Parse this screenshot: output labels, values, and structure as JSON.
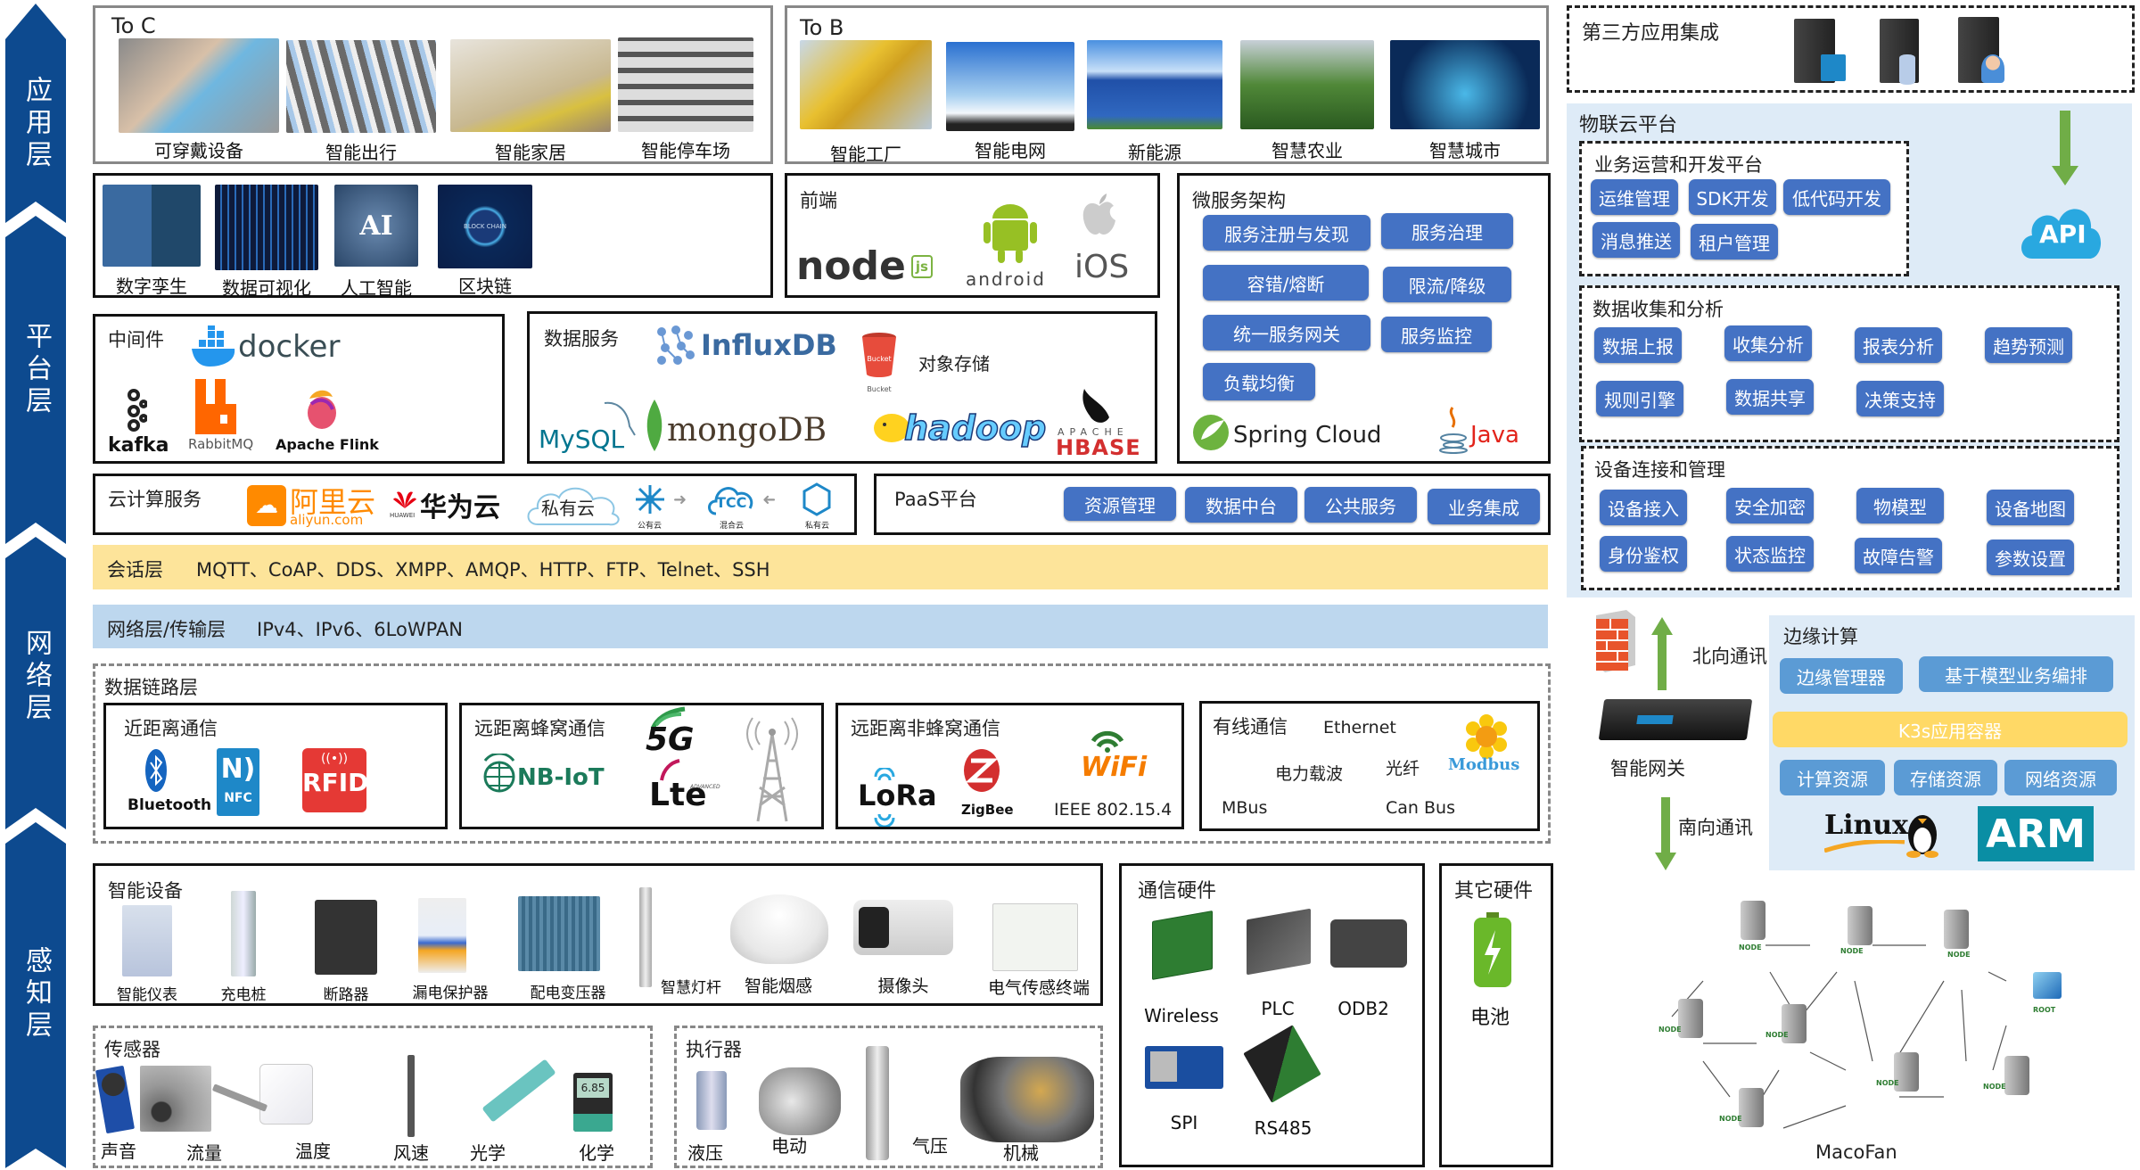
{
  "layers": [
    {
      "label": "应用层"
    },
    {
      "label": "平台层"
    },
    {
      "label": "网络层"
    },
    {
      "label": "感知层"
    }
  ],
  "application": {
    "to_c": {
      "title": "To C",
      "items": [
        {
          "label": "可穿戴设备"
        },
        {
          "label": "智能出行"
        },
        {
          "label": "智能家居"
        },
        {
          "label": "智能停车场"
        }
      ]
    },
    "to_b": {
      "title": "To B",
      "items": [
        {
          "label": "智能工厂"
        },
        {
          "label": "智能电网"
        },
        {
          "label": "新能源"
        },
        {
          "label": "智慧农业"
        },
        {
          "label": "智慧城市"
        }
      ]
    }
  },
  "platform": {
    "tech": {
      "items": [
        {
          "label": "数字孪生"
        },
        {
          "label": "数据可视化"
        },
        {
          "label": "人工智能",
          "badge": "AI"
        },
        {
          "label": "区块链",
          "badge": "BLOCK CHAIN"
        }
      ]
    },
    "frontend": {
      "title": "前端",
      "logos": [
        "node",
        "js",
        "android",
        "iOS"
      ]
    },
    "microservice": {
      "title": "微服务架构",
      "buttons": [
        "服务注册与发现",
        "服务治理",
        "容错/熔断",
        "限流/降级",
        "统一服务网关",
        "服务监控",
        "负载均衡"
      ],
      "logos": [
        "Spring Cloud",
        "Java"
      ]
    },
    "middleware": {
      "title": "中间件",
      "logos": [
        "docker",
        "kafka",
        "RabbitMQ",
        "Apache Flink"
      ]
    },
    "data_service": {
      "title": "数据服务",
      "logos": [
        "InfluxDB",
        "MySQL",
        "mongoDB",
        "hadoop",
        "HBASE"
      ],
      "bucket": "Bucket",
      "bucket_caption": "Bucket",
      "object_storage": "对象存储",
      "hbase_top": "APACHE"
    },
    "cloud": {
      "title": "云计算服务",
      "aliyun_cn": "阿里云",
      "aliyun_en": "aliyun.com",
      "huawei_en": "HUAWEI",
      "huawei_cn": "华为云",
      "private_cloud": "私有云",
      "hybrid": [
        {
          "label": "公有云"
        },
        {
          "label": "混合云",
          "badge": "TCC"
        },
        {
          "label": "私有云"
        }
      ]
    },
    "paas": {
      "title": "PaaS平台",
      "buttons": [
        "资源管理",
        "数据中台",
        "公共服务",
        "业务集成"
      ]
    }
  },
  "network": {
    "session": {
      "title": "会话层",
      "protocols": "MQTT、CoAP、DDS、XMPP、AMQP、HTTP、FTP、Telnet、SSH"
    },
    "transport": {
      "title": "网络层/传输层",
      "protocols": "IPv4、IPv6、6LoWPAN"
    },
    "datalink": {
      "title": "数据链路层",
      "short_range": {
        "title": "近距离通信",
        "logos": [
          "Bluetooth",
          "NFC",
          "RFID"
        ]
      },
      "cellular": {
        "title": "远距离蜂窝通信",
        "logos": [
          "NB-IoT",
          "5G",
          "Lte",
          "ADVANCED"
        ]
      },
      "non_cellular": {
        "title": "远距离非蜂窝通信",
        "logos": [
          "LoRa",
          "ZigBee",
          "WiFi"
        ],
        "standard": "IEEE 802.15.4"
      },
      "wired": {
        "title": "有线通信",
        "items": [
          "Ethernet",
          "电力载波",
          "光纤",
          "MBus",
          "Can Bus"
        ],
        "logo": "Modbus"
      }
    }
  },
  "perception": {
    "smart_devices": {
      "title": "智能设备",
      "items": [
        "智能仪表",
        "充电桩",
        "断路器",
        "漏电保护器",
        "配电变压器",
        "智慧灯杆",
        "智能烟感",
        "摄像头",
        "电气传感终端"
      ]
    },
    "sensors": {
      "title": "传感器",
      "items": [
        "声音",
        "流量",
        "温度",
        "风速",
        "光学",
        "化学"
      ],
      "meter_reading": "6.85"
    },
    "actuators": {
      "title": "执行器",
      "items": [
        "液压",
        "电动",
        "气压",
        "机械"
      ]
    },
    "comm_hardware": {
      "title": "通信硬件",
      "items": [
        "Wireless",
        "PLC",
        "ODB2",
        "SPI",
        "RS485"
      ]
    },
    "other_hardware": {
      "title": "其它硬件",
      "items": [
        "电池"
      ]
    }
  },
  "right": {
    "third_party": {
      "title": "第三方应用集成"
    },
    "iot_cloud": {
      "title": "物联云平台",
      "api": "API",
      "ops_platform": {
        "title": "业务运营和开发平台",
        "buttons": [
          "运维管理",
          "SDK开发",
          "低代码开发",
          "消息推送",
          "租户管理"
        ]
      },
      "data_analysis": {
        "title": "数据收集和分析",
        "buttons": [
          "数据上报",
          "收集分析",
          "报表分析",
          "趋势预测",
          "规则引擎",
          "数据共享",
          "决策支持"
        ]
      },
      "device_mgmt": {
        "title": "设备连接和管理",
        "buttons": [
          "设备接入",
          "安全加密",
          "物模型",
          "设备地图",
          "身份鉴权",
          "状态监控",
          "故障告警",
          "参数设置"
        ]
      }
    },
    "gateway": {
      "north": "北向通讯",
      "south": "南向通讯",
      "label": "智能网关"
    },
    "edge": {
      "title": "边缘计算",
      "buttons": [
        "边缘管理器",
        "基于模型业务编排"
      ],
      "container": "K3s应用容器",
      "resources": [
        "计算资源",
        "存储资源",
        "网络资源"
      ],
      "logos": [
        "Linux",
        "ARM"
      ]
    },
    "mesh": {
      "node_label": "NODE",
      "root_label": "ROOT",
      "caption": "MacoFan"
    }
  },
  "colors": {
    "layer_bar": "#0d4a8f",
    "button": "#4472c4",
    "light_button": "#5b9bd5",
    "session_bg": "#fde49a",
    "transport_bg": "#bdd7ee",
    "cloud_panel_bg": "#deebf7",
    "arrow_green": "#70ad47",
    "container_yellow": "#ffd966"
  }
}
